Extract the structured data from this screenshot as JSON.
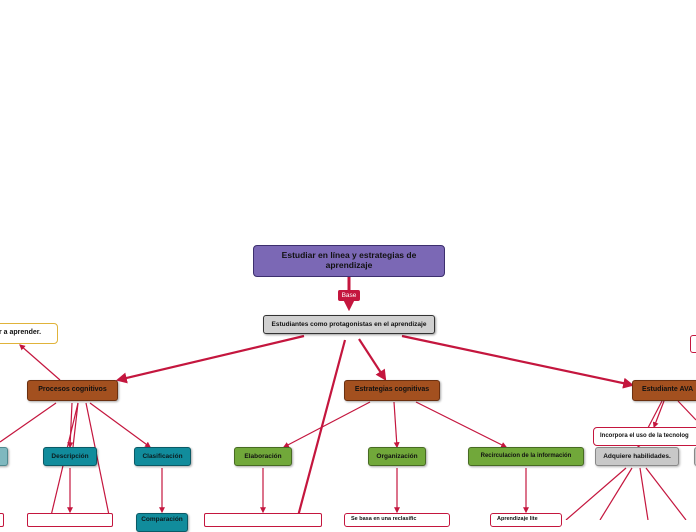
{
  "diagram": {
    "root": "Estudiar en línea y estrategias de aprendizaje",
    "link_label": "Base",
    "central": "Estudiantes como protagonistas en el aprendizaje",
    "branches": {
      "left": "Procesos cognitivos",
      "middle": "Estrategias cognitivas",
      "right": "Estudiante AVA"
    },
    "left_children": {
      "learn": "r a aprender.",
      "descripcion": "Descripción",
      "clasificacion": "Clasificación",
      "comparacion": "Comparación"
    },
    "middle_children": {
      "elaboracion": "Elaboración",
      "organizacion": "Organización",
      "recirculacion": "Recirculacion de la información",
      "organizacion_detail": "Se basa en una reclasific",
      "recirculacion_detail": "Aprendizaje lite"
    },
    "right_children": {
      "tecnologia": "Incorpora el uso de la tecnolog",
      "habilidades": "Adquiere habilidades."
    },
    "colors": {
      "edge": "#c4163e",
      "root": "#7b68b5",
      "brown": "#a3501f",
      "teal": "#118c9c",
      "green": "#71a83a",
      "grey": "#c8c8c8"
    }
  }
}
